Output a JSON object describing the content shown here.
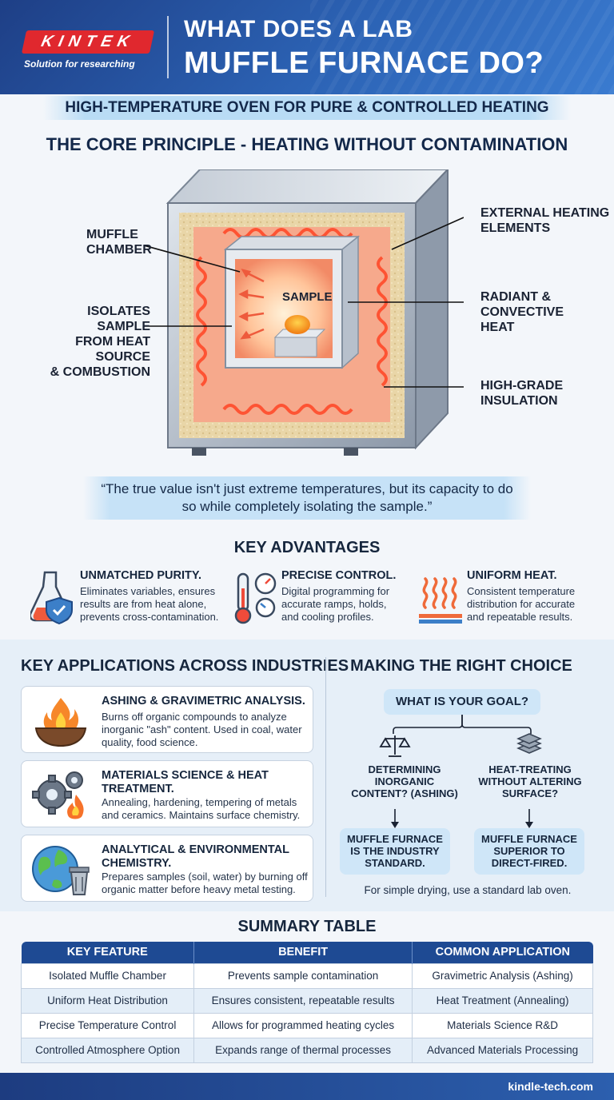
{
  "header": {
    "logo_text": "KINTEK",
    "logo_tagline": "Solution for researching",
    "title_line1": "WHAT DOES A LAB",
    "title_line2": "MUFFLE FURNACE DO?"
  },
  "banner": "HIGH-TEMPERATURE OVEN FOR PURE & CONTROLLED HEATING",
  "core_principle": {
    "title": "THE CORE PRINCIPLE - HEATING WITHOUT CONTAMINATION",
    "labels": {
      "muffle_chamber": [
        "MUFFLE",
        "CHAMBER"
      ],
      "isolates": [
        "ISOLATES SAMPLE",
        "FROM HEAT SOURCE",
        "& COMBUSTION"
      ],
      "sample": "SAMPLE",
      "external_heating": [
        "EXTERNAL HEATING",
        "ELEMENTS"
      ],
      "radiant": [
        "RADIANT &",
        "CONVECTIVE",
        "HEAT"
      ],
      "insulation": [
        "HIGH-GRADE",
        "INSULATION"
      ]
    }
  },
  "quote": {
    "line1": "“The true value isn't just extreme temperatures, but its capacity to do",
    "line2": "so while completely isolating the sample.”"
  },
  "advantages": {
    "title": "KEY ADVANTAGES",
    "items": [
      {
        "title": "UNMATCHED PURITY.",
        "lines": [
          "Eliminates variables, ensures",
          "results are from heat alone,",
          "prevents cross-contamination."
        ],
        "icon": "flask-shield-icon"
      },
      {
        "title": "PRECISE CONTROL.",
        "lines": [
          "Digital programming for",
          "accurate ramps, holds,",
          "and cooling profiles."
        ],
        "icon": "thermometer-gauge-icon"
      },
      {
        "title": "UNIFORM HEAT.",
        "lines": [
          "Consistent temperature",
          "distribution for accurate",
          "and repeatable results."
        ],
        "icon": "heat-waves-icon"
      }
    ]
  },
  "applications": {
    "title": "KEY APPLICATIONS ACROSS INDUSTRIES",
    "items": [
      {
        "title_lines": [
          "ASHING & GRAVIMETRIC ANALYSIS."
        ],
        "lines": [
          "Burns off organic compounds to analyze",
          "inorganic \"ash\" content. Used in coal, water",
          "quality, food science."
        ],
        "icon": "fire-bowl-icon"
      },
      {
        "title_lines": [
          "MATERIALS SCIENCE & HEAT",
          "TREATMENT."
        ],
        "lines": [
          "Annealing, hardening, tempering of metals",
          "and ceramics. Maintains surface chemistry."
        ],
        "icon": "gears-flame-icon"
      },
      {
        "title_lines": [
          "ANALYTICAL & ENVIRONMENTAL",
          "CHEMISTRY."
        ],
        "lines": [
          "Prepares samples (soil, water) by burning off",
          "organic matter before heavy metal testing."
        ],
        "icon": "globe-bin-icon"
      }
    ]
  },
  "choice": {
    "title": "MAKING THE RIGHT CHOICE",
    "goal": "WHAT IS YOUR GOAL?",
    "left_question": [
      "DETERMINING",
      "INORGANIC",
      "CONTENT? (ASHING)"
    ],
    "right_question": [
      "HEAT-TREATING",
      "WITHOUT ALTERING",
      "SURFACE?"
    ],
    "left_answer": [
      "MUFFLE FURNACE",
      "IS THE INDUSTRY",
      "STANDARD."
    ],
    "right_answer": [
      "MUFFLE FURNACE",
      "SUPERIOR TO",
      "DIRECT-FIRED."
    ],
    "note": "For simple drying, use a standard lab oven."
  },
  "summary_table": {
    "title": "SUMMARY TABLE",
    "headers": [
      "KEY FEATURE",
      "BENEFIT",
      "COMMON APPLICATION"
    ],
    "rows": [
      [
        "Isolated Muffle Chamber",
        "Prevents sample contamination",
        "Gravimetric Analysis (Ashing)"
      ],
      [
        "Uniform Heat Distribution",
        "Ensures consistent, repeatable results",
        "Heat Treatment (Annealing)"
      ],
      [
        "Precise Temperature Control",
        "Allows for programmed heating cycles",
        "Materials Science R&D"
      ],
      [
        "Controlled Atmosphere Option",
        "Expands range of thermal processes",
        "Advanced Materials Processing"
      ]
    ]
  },
  "footer": "kindle-tech.com",
  "colors": {
    "brand_blue": "#1e4a93",
    "brand_red": "#e0282e",
    "heat_red": "#ff5a3c",
    "light_blue": "#cfe6f8"
  }
}
